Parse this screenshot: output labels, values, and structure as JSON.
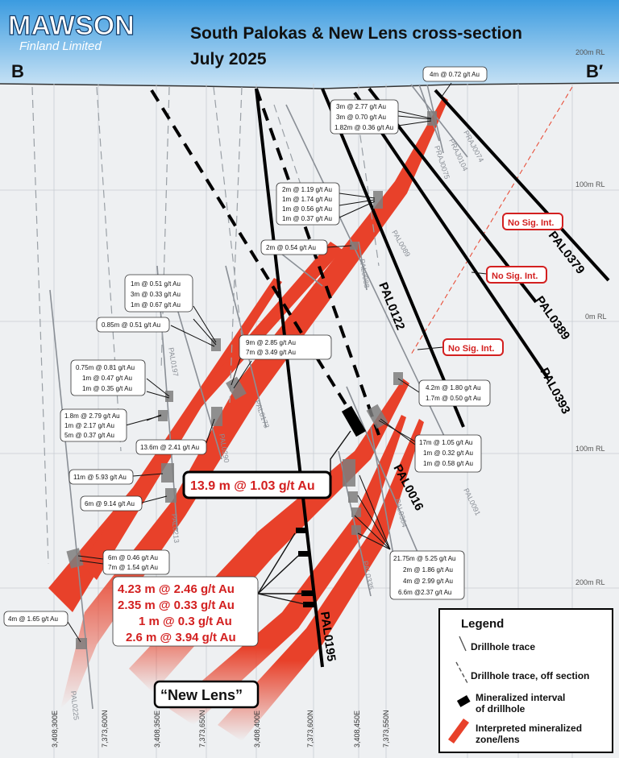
{
  "header": {
    "logo_main": "MAWSON",
    "logo_sub": "Finland Limited",
    "title_line1": "South Palokas & New Lens cross-section",
    "title_line2": "July 2025",
    "left_section": "B",
    "right_section": "B′"
  },
  "rl_labels": [
    "200m RL",
    "100m RL",
    "0m RL",
    "100m RL",
    "200m RL"
  ],
  "easting_labels": [
    "3,408,300E",
    "7,373,600N",
    "3,408,350E",
    "7,373,650N",
    "3,408,400E",
    "7,373,600N",
    "3,408,450E",
    "7,373,550N"
  ],
  "drillholes": [
    "PAL0379",
    "PAL0389",
    "PAL0393",
    "PAL0122",
    "PAL0016",
    "PAL0195",
    "PAL0091",
    "PAL0364",
    "PAL0335",
    "PAL0213",
    "PAL0225",
    "PAL0173",
    "PAL0290",
    "PAL0197",
    "PAL0089",
    "PAL0088",
    "PRAJ0074",
    "PRAJ0104",
    "PRAJ0075"
  ],
  "intercept_boxes": {
    "top": [
      "4m @ 0.72 g/t Au"
    ],
    "praj": [
      "3m @ 2.77 g/t Au",
      "3m @ 0.70 g/t Au",
      "1.82m @ 0.36 g/t Au"
    ],
    "mid_upper": [
      "2m @ 1.19 g/t Au",
      "1m @ 1.74 g/t Au",
      "1m @ 0.56 g/t Au",
      "1m @ 0.37 g/t Au"
    ],
    "pal0089": [
      "2m @ 0.54 g/t Au"
    ],
    "pal0197": [
      "1m @ 0.51 g/t Au",
      "3m @ 0.33 g/t Au",
      "1m @ 0.67 g/t Au"
    ],
    "left085": [
      "0.85m @ 0.51 g/t Au"
    ],
    "pal0173": [
      "9m @ 2.85 g/t Au",
      "7m @ 3.49 g/t Au"
    ],
    "left075": [
      "0.75m @ 0.81 g/t Au",
      "1m @ 0.47 g/t Au",
      "1m @ 0.35 g/t Au"
    ],
    "left18": [
      "1.8m @ 2.79 g/t Au",
      "1m @ 2.17 g/t Au",
      "5m @ 0.37 g/t Au"
    ],
    "mid136": [
      "13.6m @ 2.41 g/t Au"
    ],
    "pal0393int": [
      "4.2m @ 1.80 g/t Au",
      "1.7m @ 0.50 g/t Au"
    ],
    "pal0016int": [
      "17m @ 1.05 g/t Au",
      "1m @ 0.32 g/t Au",
      "1m @ 0.58 g/t Au"
    ],
    "left11": [
      "11m @ 5.93 g/t Au"
    ],
    "left6": [
      "6m @ 9.14 g/t Au"
    ],
    "left6b": [
      "6m @ 0.46 g/t Au",
      "7m @ 1.54 g/t Au"
    ],
    "bottom_right": [
      "21.75m @ 5.25 g/t Au",
      "2m @ 1.86 g/t Au",
      "4m @ 2.99 g/t Au",
      "6.6m @2.37 g/t Au"
    ],
    "bottom_left": [
      "4m @ 1.65 g/t Au"
    ]
  },
  "highlight_main": "13.9 m @ 1.03 g/t Au",
  "highlight_pal0195": [
    "4.23 m @ 2.46 g/t Au",
    "2.35 m @ 0.33 g/t Au",
    "1 m @ 0.3 g/t Au",
    "2.6 m @ 3.94 g/t Au"
  ],
  "no_sig": "No Sig. Int.",
  "new_lens": "“New Lens”",
  "legend": {
    "title": "Legend",
    "drillhole_trace": "Drillhole trace",
    "off_section": "Drillhole trace, off section",
    "mineralized_interval_1": "Mineralized interval",
    "mineralized_interval_2": "of drillhole",
    "zone_1": "Interpreted mineralized",
    "zone_2": "zone/lens"
  },
  "colors": {
    "zone": "#e8412a",
    "no_sig_border": "#d32020",
    "highlight_red": "#d32020",
    "header_top": "#3b9be0",
    "header_bottom": "#cfe6f6"
  }
}
